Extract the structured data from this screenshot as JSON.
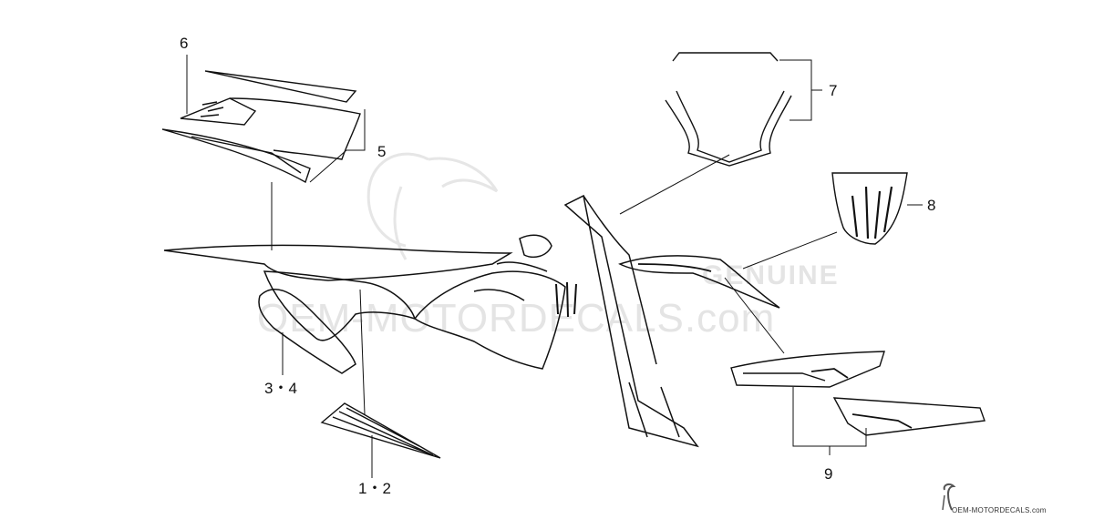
{
  "watermark": {
    "main": "OEM-MOTORDECALS.com",
    "sub": "GENUINE",
    "corner": "OEM-MOTORDECALS.com"
  },
  "callouts": [
    {
      "id": "1-2",
      "label": "1・2"
    },
    {
      "id": "3-4",
      "label": "3・4"
    },
    {
      "id": "5",
      "label": "5"
    },
    {
      "id": "6",
      "label": "6"
    },
    {
      "id": "7",
      "label": "7"
    },
    {
      "id": "8",
      "label": "8"
    },
    {
      "id": "9",
      "label": "9"
    }
  ],
  "colors": {
    "line": "#111111",
    "watermark": "#e4e4e4",
    "background": "#ffffff"
  }
}
